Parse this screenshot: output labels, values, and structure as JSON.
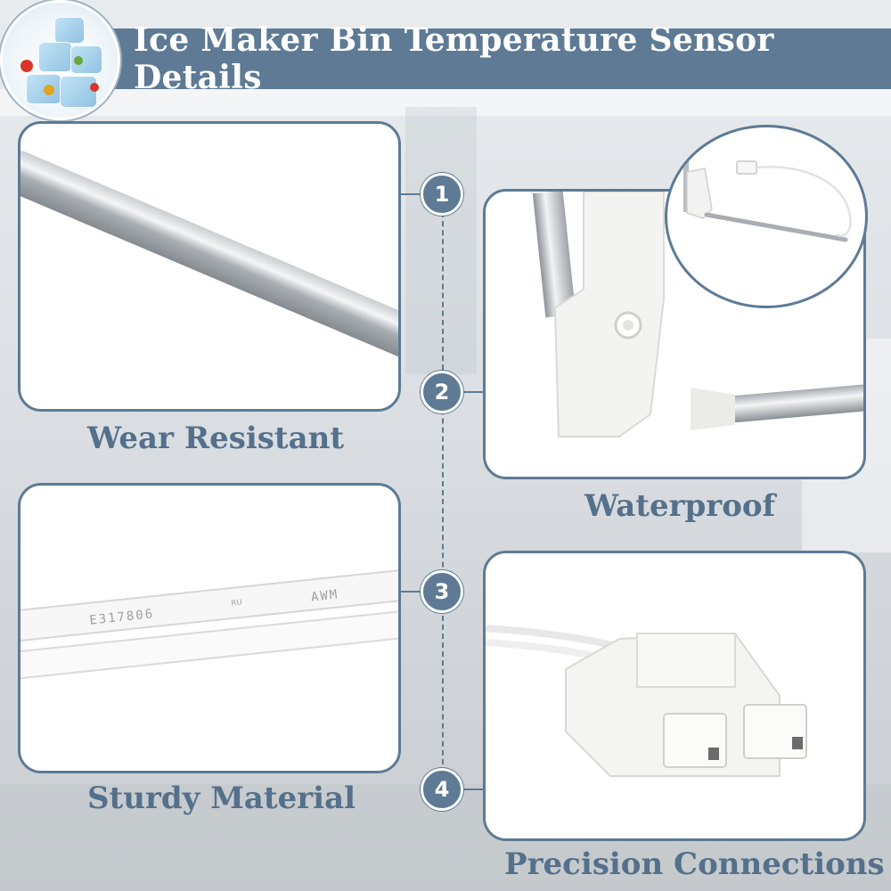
{
  "header": {
    "title": "Ice Maker Bin Temperature Sensor Details"
  },
  "features": [
    {
      "number": "1",
      "caption": "Wear Resistant"
    },
    {
      "number": "2",
      "caption": "Waterproof"
    },
    {
      "number": "3",
      "caption": "Sturdy Material"
    },
    {
      "number": "4",
      "caption": "Precision Connections"
    }
  ],
  "cable_print": {
    "code": "E317806",
    "mark": "ᴿᵁ",
    "type": "AWM"
  },
  "colors": {
    "accent": "#5e7a94",
    "caption": "#55708b",
    "card_bg": "#ffffff"
  }
}
